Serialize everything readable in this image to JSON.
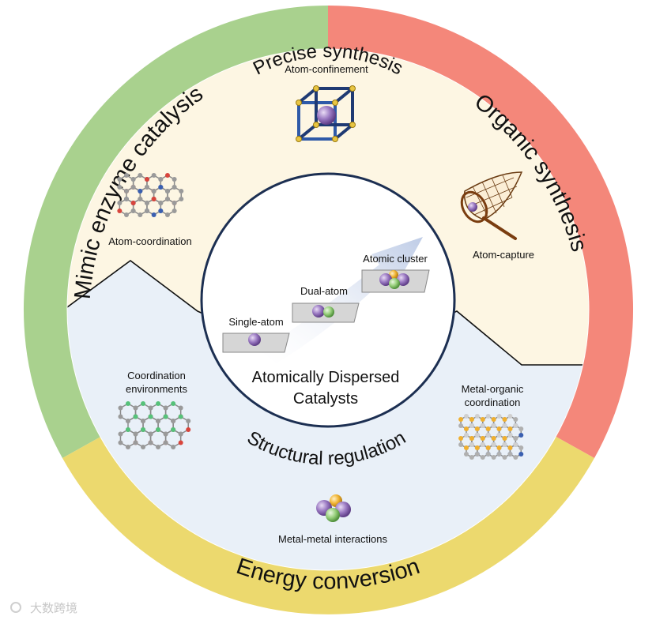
{
  "outer_ring": {
    "top_left": "Mimic enzyme catalysis",
    "top_right": "Organic synthesis",
    "bottom": "Energy conversion",
    "colors": {
      "green": "#a9d18e",
      "red": "#f4877a",
      "yellow": "#ecd96e"
    }
  },
  "upper_region": {
    "title": "Precise synthesis",
    "bg_color": "#fdf6e3",
    "items": {
      "top": "Atom-confinement",
      "left": "Atom-coordination",
      "right": "Atom-capture"
    }
  },
  "lower_region": {
    "title": "Structural regulation",
    "bg_color": "#e9f0f8",
    "items": {
      "left": "Coordination environments",
      "left_line1": "Coordination",
      "left_line2": "environments",
      "right_line1": "Metal-organic",
      "right_line2": "coordination",
      "bottom": "Metal-metal interactions"
    }
  },
  "center": {
    "caption_line1": "Atomically Dispersed",
    "caption_line2": "Catalysts",
    "steps": [
      "Single-atom",
      "Dual-atom",
      "Atomic cluster"
    ]
  },
  "watermark": "大数跨境"
}
